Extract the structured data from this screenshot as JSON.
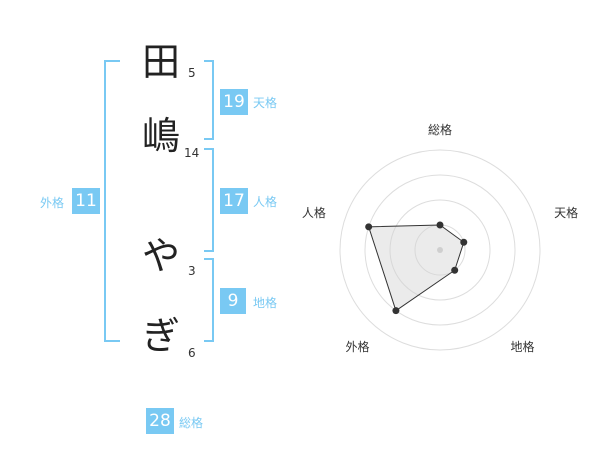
{
  "name": {
    "characters": [
      {
        "char": "田",
        "strokes": "5"
      },
      {
        "char": "嶋",
        "strokes": "14"
      },
      {
        "char": "や",
        "strokes": "3"
      },
      {
        "char": "ぎ",
        "strokes": "6"
      }
    ]
  },
  "fortunes": {
    "tenkaku": {
      "value": "19",
      "label": "天格"
    },
    "jinkaku": {
      "value": "17",
      "label": "人格"
    },
    "chikaku": {
      "value": "9",
      "label": "地格"
    },
    "gaikaku": {
      "value": "11",
      "label": "外格"
    },
    "soukaku": {
      "value": "28",
      "label": "総格"
    }
  },
  "colors": {
    "accent": "#79c9f3",
    "text": "#333333"
  },
  "chart_data": {
    "type": "radar",
    "axes": [
      "総格",
      "天格",
      "地格",
      "外格",
      "人格"
    ],
    "rings": 4,
    "values": [
      1,
      1,
      1,
      3,
      3
    ],
    "max": 4
  }
}
